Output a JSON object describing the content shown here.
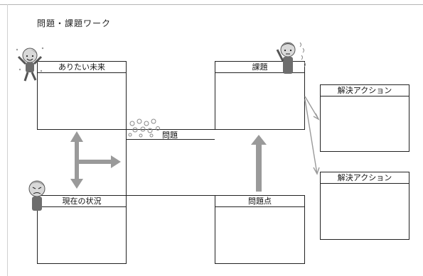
{
  "title": "問題・課題ワーク",
  "boxes": {
    "ideal": "ありたい未来",
    "issue": "課題",
    "current": "現在の状況",
    "problem_point": "問題点",
    "action1": "解決アクション",
    "action2": "解決アクション"
  },
  "middle_label": "問題",
  "colors": {
    "line": "#222222",
    "arrow": "#9a9a9a"
  },
  "icons": [
    "happy-person-icon",
    "thinking-person-icon",
    "worried-person-icon",
    "confusion-doodle-icon"
  ]
}
